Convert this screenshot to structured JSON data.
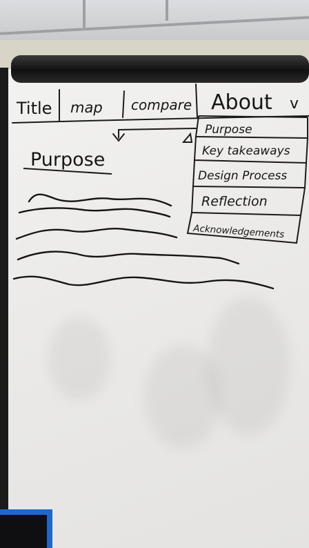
{
  "nav": {
    "title": "Title",
    "map": "map",
    "compare": "compare",
    "about": "About",
    "about_chevron": "v"
  },
  "dropdown": {
    "items": [
      "Purpose",
      "Key takeaways",
      "Design Process",
      "Reflection",
      "Acknowledgements"
    ]
  },
  "content": {
    "heading": "Purpose"
  }
}
